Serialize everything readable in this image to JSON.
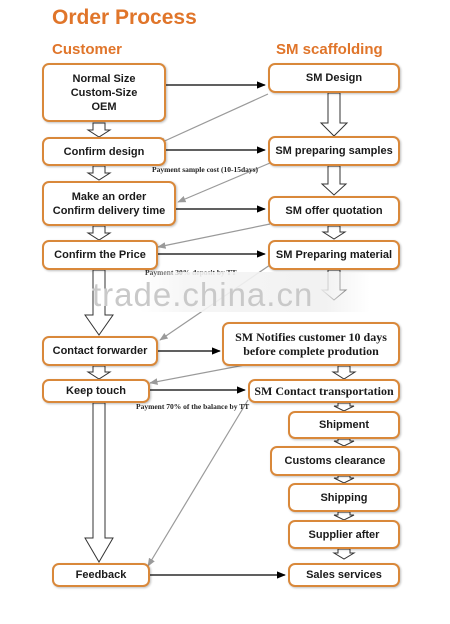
{
  "title": "Order Process",
  "columns": {
    "customer": "Customer",
    "sm": "SM scaffolding"
  },
  "boxes": {
    "size_options": "Normal Size\nCustom-Size\nOEM",
    "confirm_design": "Confirm design",
    "make_order": "Make an order\nConfirm delivery time",
    "confirm_price": "Confirm the Price",
    "contact_forwarder": "Contact forwarder",
    "keep_touch": "Keep touch",
    "feedback": "Feedback",
    "sm_design": "SM Design",
    "sm_samples": "SM preparing samples",
    "sm_quotation": "SM offer quotation",
    "sm_material": "SM Preparing material",
    "sm_notifies": "SM Notifies customer 10 days\nbefore complete prodution",
    "sm_transport": "SM Contact transportation",
    "shipment": "Shipment",
    "customs": "Customs  clearance",
    "shipping": "Shipping",
    "supplier_after": "Supplier after",
    "sales_services": "Sales services"
  },
  "notes": {
    "sample_cost": "Payment sample cost (10-15days)",
    "deposit": "Payment 30% deposit by TT",
    "balance": "Payment 70% of the balance by TT"
  },
  "watermark": "trade.china.cn",
  "colors": {
    "accent": "#e0752a",
    "box_border": "#d9883a",
    "arrow": "#000000",
    "diagonal": "#9a9a9a"
  }
}
